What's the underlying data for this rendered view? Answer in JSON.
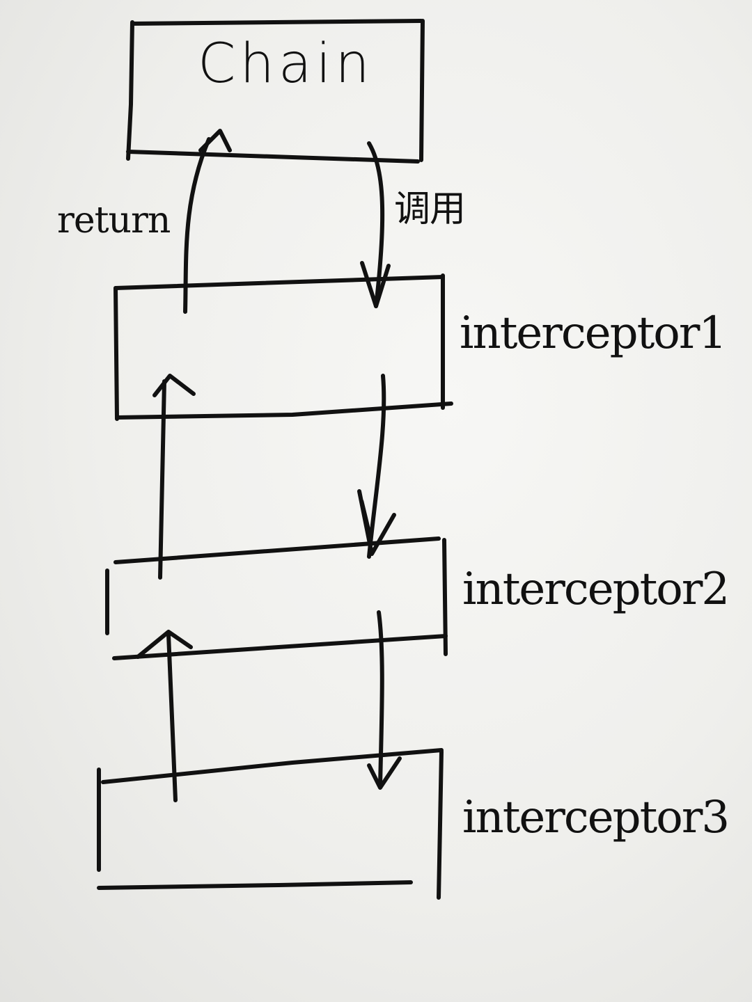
{
  "diagram": {
    "boxes": [
      {
        "id": "chain",
        "title": "Chain"
      },
      {
        "id": "interceptor1",
        "label": "interceptor1"
      },
      {
        "id": "interceptor2",
        "label": "interceptor2"
      },
      {
        "id": "interceptor3",
        "label": "interceptor3"
      }
    ],
    "arrow_labels": {
      "return": "return",
      "call": "调用"
    }
  }
}
